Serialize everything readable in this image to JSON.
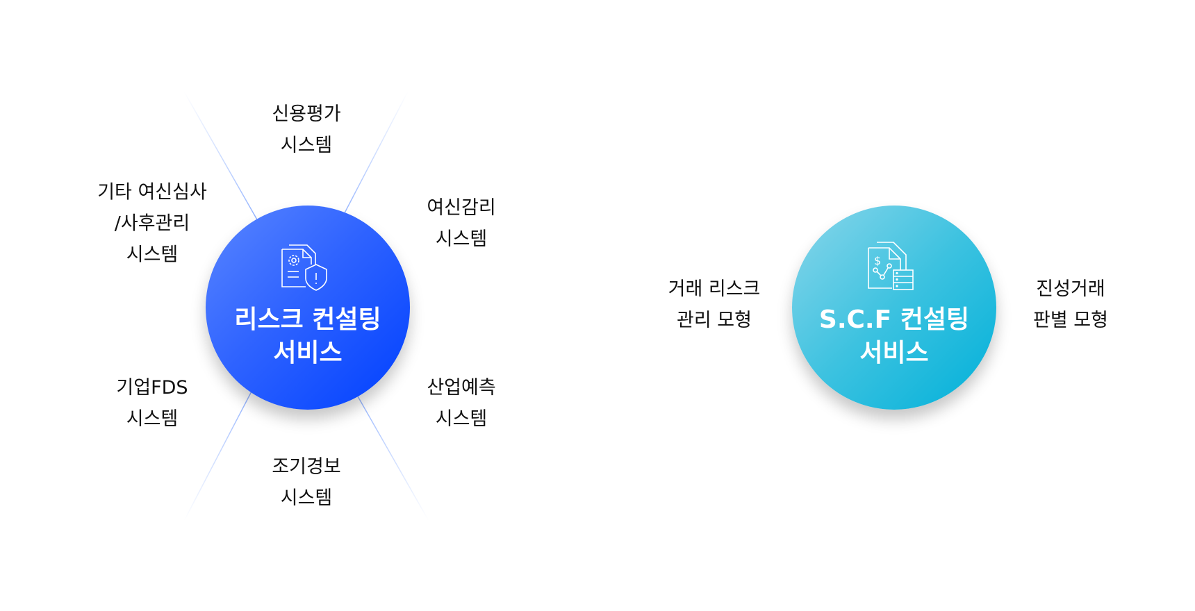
{
  "risk_hub": {
    "title_line1": "리스크 컨설팅",
    "title_line2": "서비스",
    "icon": "document-gear-shield-icon",
    "color_start": "#5a86ff",
    "color_end": "#0040ff"
  },
  "risk_items": [
    {
      "line1": "신용평가",
      "line2": "시스템"
    },
    {
      "line1": "여신감리",
      "line2": "시스템"
    },
    {
      "line1": "산업예측",
      "line2": "시스템"
    },
    {
      "line1": "조기경보",
      "line2": "시스템"
    },
    {
      "line1": "기업FDS",
      "line2": "시스템"
    },
    {
      "line1": "기타 여신심사",
      "line2": "/사후관리",
      "line3": "시스템"
    }
  ],
  "scf_hub": {
    "title_line1": "S.C.F 컨설팅",
    "title_line2": "서비스",
    "icon": "document-dollar-database-icon",
    "color_start": "#8ad6ea",
    "color_end": "#00b0d9"
  },
  "scf_items": [
    {
      "line1": "거래 리스크",
      "line2": "관리 모형"
    },
    {
      "line1": "진성거래",
      "line2": "판별 모형"
    }
  ]
}
